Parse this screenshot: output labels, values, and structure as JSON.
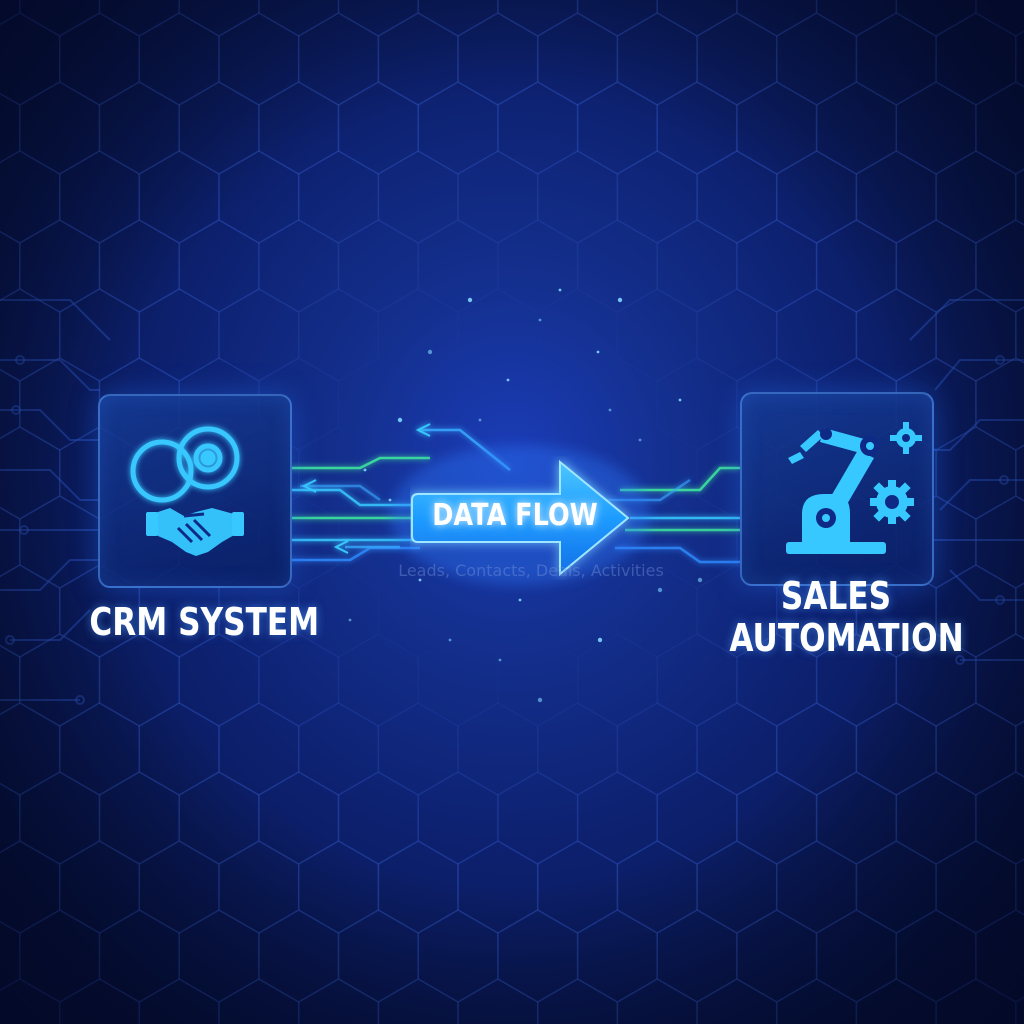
{
  "diagram": {
    "source": {
      "label": "CRM SYSTEM",
      "icon": "crm-handshake-icon"
    },
    "target": {
      "label_line1": "SALES",
      "label_line2": "AUTOMATION",
      "icon": "robot-arm-gear-icon"
    },
    "connector": {
      "label": "DATA FLOW",
      "sublabel": "Leads, Contacts, Deals, Activities",
      "direction": "left-to-right"
    }
  },
  "colors": {
    "background": "#0d2170",
    "accent_cyan": "#37c8ff",
    "accent_green": "#3ee0a0",
    "arrow_fill": "#1aa8ff"
  }
}
